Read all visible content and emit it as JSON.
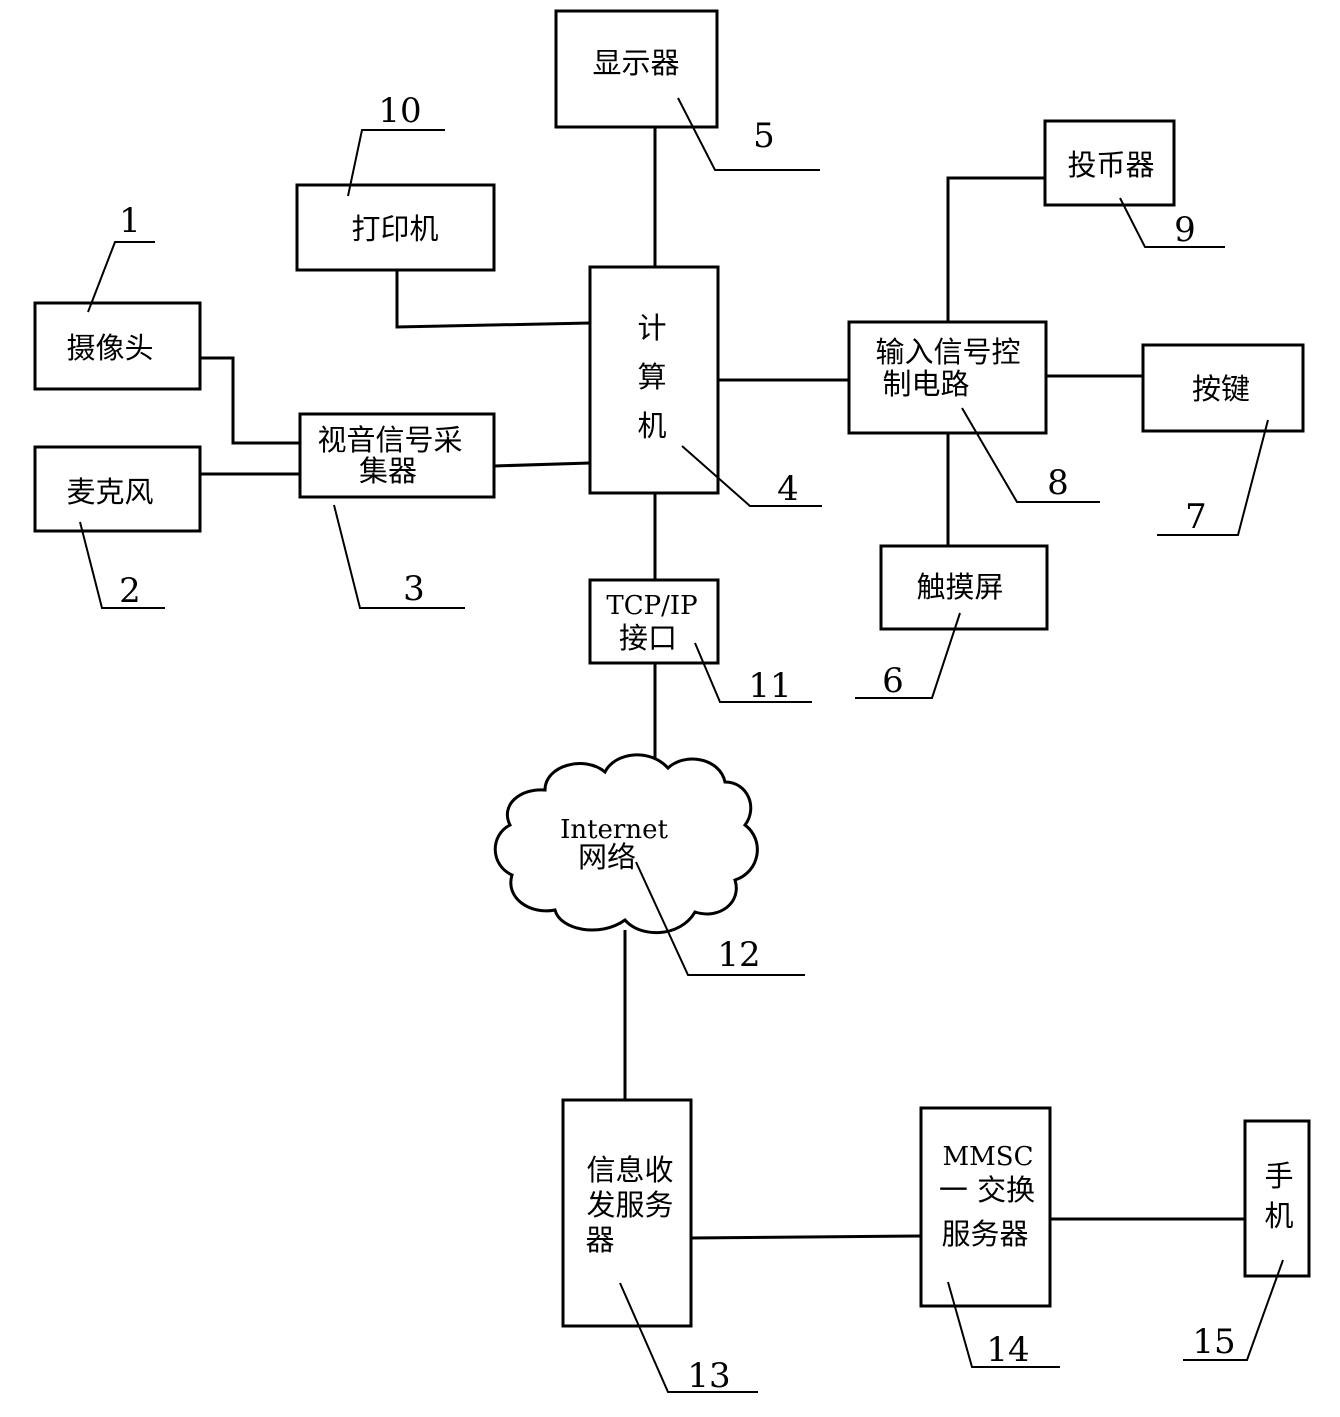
{
  "nodes": {
    "display": "显示器",
    "printer": "打印机",
    "camera": "摄像头",
    "microphone": "麦克风",
    "av_collector": [
      "视音信号采",
      "集器"
    ],
    "computer": [
      "计",
      "算",
      "机"
    ],
    "input_control": [
      "输入信号控",
      "制电路"
    ],
    "coin_acceptor": "投币器",
    "keys": "按键",
    "touchscreen": "触摸屏",
    "tcpip": [
      "TCP/IP",
      "接口"
    ],
    "internet": [
      "Internet",
      "网络"
    ],
    "info_server": [
      "信息收",
      "发服务",
      "器"
    ],
    "mmsc": [
      "MMSC",
      "一 交换",
      "服务器"
    ],
    "phone": [
      "手",
      "机"
    ]
  },
  "labels": {
    "camera": "1",
    "microphone": "2",
    "av_collector": "3",
    "computer": "4",
    "display": "5",
    "touchscreen": "6",
    "keys": "7",
    "input_control": "8",
    "coin_acceptor": "9",
    "printer": "10",
    "tcpip": "11",
    "internet": "12",
    "info_server": "13",
    "mmsc": "14",
    "phone": "15"
  }
}
